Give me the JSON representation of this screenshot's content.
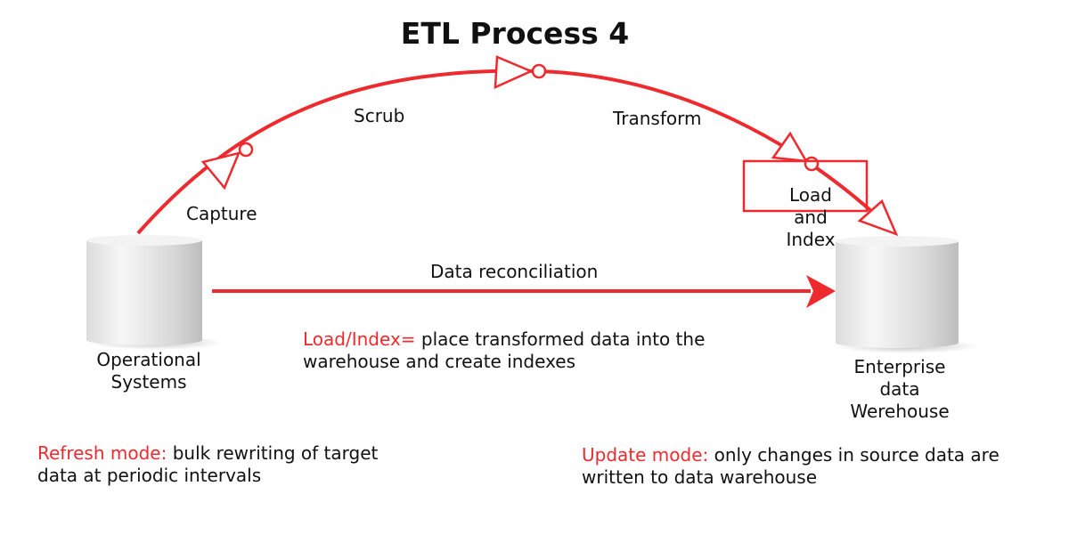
{
  "title": "ETL Process 4",
  "colors": {
    "accent": "#ee2a2e"
  },
  "steps": {
    "capture": "Capture",
    "scrub": "Scrub",
    "transform": "Transform",
    "load_index": [
      "Load",
      "and",
      "Index"
    ]
  },
  "arrow_label": "Data reconciliation",
  "nodes": {
    "source": [
      "Operational",
      "Systems"
    ],
    "target": [
      "Enterprise",
      "data",
      "Werehouse"
    ]
  },
  "notes": {
    "load_index": {
      "term": "Load/Index=",
      "text1": " place transformed data into the",
      "text2": "warehouse and create indexes"
    },
    "refresh": {
      "term": "Refresh mode:",
      "text1": " bulk rewriting of target",
      "text2": "data at periodic intervals"
    },
    "update": {
      "term": "Update mode:",
      "text1": " only changes in source data are",
      "text2": "written to data warehouse"
    }
  }
}
